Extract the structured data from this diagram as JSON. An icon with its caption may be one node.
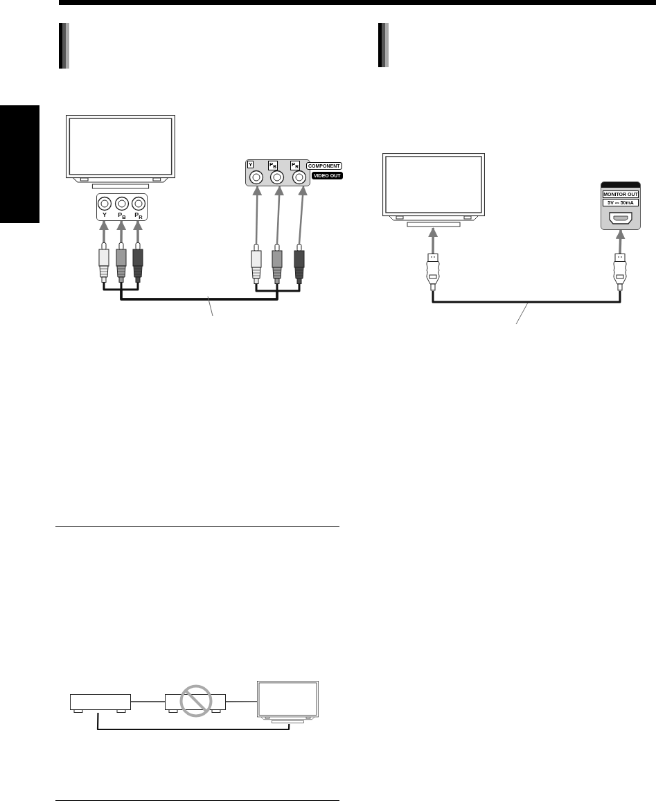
{
  "diagram": {
    "nodes": [
      {
        "text": [],
        "shape": "picture"
      },
      {
        "text": [
          "Y",
          "P$_{B}$",
          "P$_{R}$"
        ]
      },
      {
        "text": [
          "Y",
          "P$_{B}$",
          "P$_{R}$",
          "COMPONENT",
          "VIDEO OUT"
        ]
      },
      {
        "text": [],
        "shape": "picture"
      },
      {
        "text": [],
        "shape": "picture"
      },
      {
        "text": [],
        "shape": "picture"
      },
      {
        "text": [],
        "shape": "picture"
      },
      {
        "text": [],
        "shape": "picture"
      },
      {
        "text": [],
        "shape": "picture"
      },
      {
        "text": [],
        "shape": "picture"
      },
      {
        "text": [
          "MONITOR OUT",
          "5V ⎓ 50mA"
        ]
      },
      {
        "text": [],
        "shape": "picture"
      },
      {
        "text": [],
        "shape": "picture"
      },
      {
        "text": [],
        "shape": "box"
      },
      {
        "text": [],
        "shape": "box"
      },
      {
        "text": [],
        "shape": "picture"
      },
      {
        "text": [],
        "shape": "bar"
      }
    ],
    "edges": [
      {
        "from": 3,
        "to": 1,
        "arrow": "to"
      },
      {
        "from": 4,
        "to": 1,
        "arrow": "to"
      },
      {
        "from": 5,
        "to": 1,
        "arrow": "to"
      },
      {
        "from": 6,
        "to": 2,
        "arrow": "to"
      },
      {
        "from": 7,
        "to": 2,
        "arrow": "to"
      },
      {
        "from": 8,
        "to": 2,
        "arrow": "to"
      },
      {
        "from": 3,
        "to": 6,
        "arrow": "none",
        "color": "#111111"
      },
      {
        "from": 4,
        "to": 7,
        "arrow": "none",
        "color": "#111111"
      },
      {
        "from": 5,
        "to": 8,
        "arrow": "none",
        "color": "#111111"
      },
      {
        "from": 11,
        "to": 9,
        "arrow": "to"
      },
      {
        "from": 12,
        "to": 10,
        "arrow": "to"
      },
      {
        "from": 11,
        "to": 12,
        "arrow": "none",
        "color": "#111111"
      },
      {
        "from": 13,
        "to": 14,
        "arrow": "none",
        "color": "#111111"
      },
      {
        "from": 14,
        "to": 15,
        "arrow": "none",
        "color": "#111111"
      },
      {
        "from": 13,
        "to": 15,
        "arrow": "none",
        "color": "#111111"
      }
    ]
  }
}
